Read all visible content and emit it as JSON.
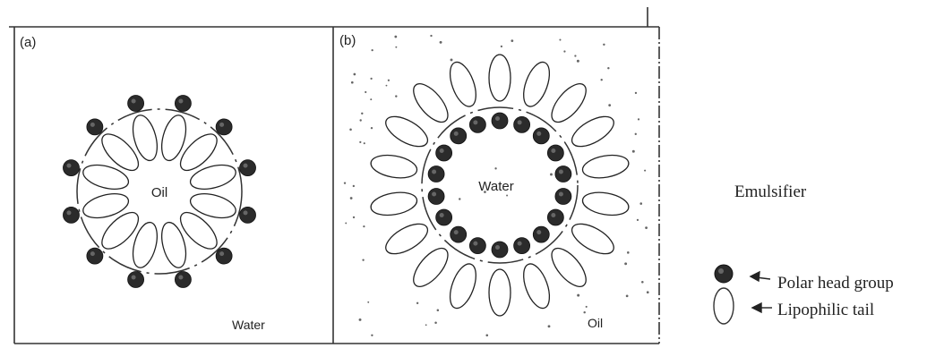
{
  "panel_a": {
    "tag": "(a)",
    "core_label": "Oil",
    "medium_label": "Water"
  },
  "panel_b": {
    "tag": "(b)",
    "core_label": "Water",
    "medium_label": "Oil"
  },
  "legend": {
    "title": "Emulsifier",
    "head_label": "Polar head group",
    "tail_label": "Lipophilic tail"
  },
  "colors": {
    "ink": "#222222",
    "head_fill": "#2b2b2b"
  }
}
